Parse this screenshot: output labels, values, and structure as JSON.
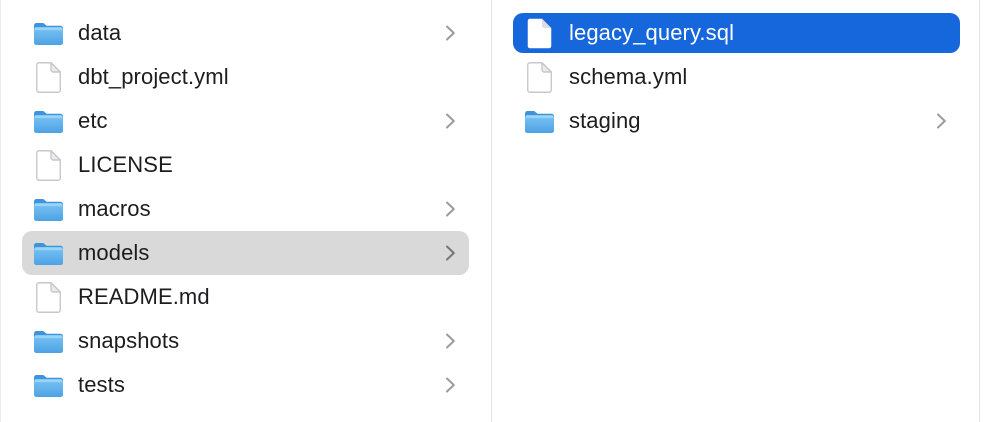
{
  "app": "finder-column-view",
  "colors": {
    "selection_primary": "#1667db",
    "selection_secondary": "#d9d9d9",
    "divider": "#e3e3e5",
    "text": "#1d1d1f",
    "folder_blue_top": "#8acbf4",
    "folder_blue_bottom": "#4ca2e5"
  },
  "columns": [
    {
      "name": "parent-directory-column",
      "items": [
        {
          "label": "data",
          "type": "folder",
          "has_chevron": true,
          "selected": "none"
        },
        {
          "label": "dbt_project.yml",
          "type": "file",
          "has_chevron": false,
          "selected": "none"
        },
        {
          "label": "etc",
          "type": "folder",
          "has_chevron": true,
          "selected": "none"
        },
        {
          "label": "LICENSE",
          "type": "file",
          "has_chevron": false,
          "selected": "none"
        },
        {
          "label": "macros",
          "type": "folder",
          "has_chevron": true,
          "selected": "none"
        },
        {
          "label": "models",
          "type": "folder",
          "has_chevron": true,
          "selected": "secondary"
        },
        {
          "label": "README.md",
          "type": "file",
          "has_chevron": false,
          "selected": "none"
        },
        {
          "label": "snapshots",
          "type": "folder",
          "has_chevron": true,
          "selected": "none"
        },
        {
          "label": "tests",
          "type": "folder",
          "has_chevron": true,
          "selected": "none"
        }
      ]
    },
    {
      "name": "models-folder-column",
      "items": [
        {
          "label": "legacy_query.sql",
          "type": "file",
          "has_chevron": false,
          "selected": "primary"
        },
        {
          "label": "schema.yml",
          "type": "file",
          "has_chevron": false,
          "selected": "none"
        },
        {
          "label": "staging",
          "type": "folder",
          "has_chevron": true,
          "selected": "none"
        }
      ]
    }
  ]
}
